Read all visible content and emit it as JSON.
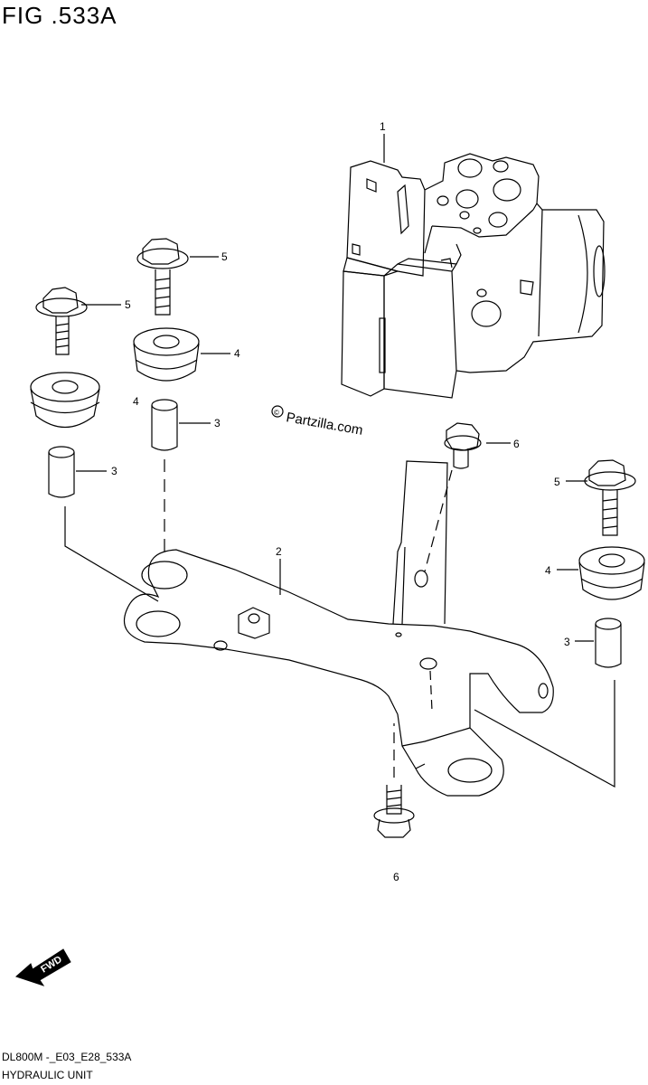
{
  "figure": {
    "title": "FIG .533A",
    "code": "DL800M -_E03_E28_533A",
    "name": "HYDRAULIC UNIT"
  },
  "watermark": "Partzilla.com",
  "fwd_label": "FWD",
  "callouts": {
    "c1": "1",
    "c2": "2",
    "c3_left": "3",
    "c3_mid": "3",
    "c3_right": "3",
    "c4_left": "4",
    "c4_mid": "4",
    "c4_right": "4",
    "c5_left": "5",
    "c5_mid": "5",
    "c5_right": "5",
    "c6_top": "6",
    "c6_bottom": "6"
  },
  "colors": {
    "line": "#000000",
    "background": "#ffffff"
  }
}
